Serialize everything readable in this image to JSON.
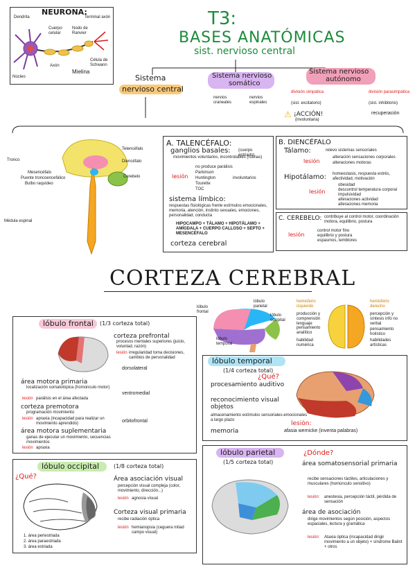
{
  "neurona": {
    "title": "NEURONA:",
    "labels": [
      "Dendrita",
      "Terminal axón",
      "Cuerpo celular",
      "Nodo de Ranvier",
      "Axón",
      "Mielina",
      "Célula de Schwann",
      "Núcleo"
    ]
  },
  "header": {
    "t3": "T3:",
    "title": "BASES ANATÓMICAS",
    "subtitle": "sist. nervioso central"
  },
  "systems": {
    "central": {
      "label_1": "Sistema",
      "label_2": "nervioso central"
    },
    "somatic": {
      "label_1": "Sistema nervioso",
      "label_2": "somático",
      "items": [
        "nervios craneales",
        "nervios espinales"
      ]
    },
    "autonomic": {
      "label_1": "Sistema nervioso",
      "label_2": "autónomo",
      "sympathetic": "división simpática",
      "sympathetic_note": "(sist. excitatorio)",
      "parasympathetic": "división parasimpática",
      "parasympathetic_note": "(sist. inhibitorio)",
      "accion": "¡ACCIÓN!",
      "accion_note": "(involuntaria)",
      "recuperacion": "recuperación"
    }
  },
  "telencefalo": {
    "title": "A. TALENCÉFALO:",
    "ganglios": "ganglios basales:",
    "ganglios_note": "(cuerpo estriado)",
    "ganglios_desc": "movimientos voluntarios, incontrolables (rutinas)",
    "lesion": "lesión",
    "lesion_items": [
      "no produce parálisis",
      "Parkinson",
      "Huntington",
      "Tourette",
      "TOC"
    ],
    "lesion_note": "involuntarios",
    "limbico": "sistema límbico:",
    "limbico_desc": "respuestas fisiológicas frente estímulos emocionales, memoria, atención, instinto sexuales, emociones, personalidad, conducta",
    "components": "HIPOCAMPO + TÁLAMO + HIPOTÁLAMO + AMÍGDALA + CUERPO CALLOSO + SEPTO + MESENCÉFALO",
    "corteza": "corteza cerebral"
  },
  "diencefalo": {
    "title": "B. DIENCÉFALO",
    "talamo": "Tálamo:",
    "talamo_desc": "relevo sistemas sensoriales",
    "talamo_lesion": [
      "alteración sensaciones corporales",
      "alteraciones motoras"
    ],
    "hipotalamo": "Hipotálamo:",
    "hipotalamo_desc": "homeostasis, respuesta estrés, afectividad, motivación",
    "hipotalamo_lesion": [
      "obesidad",
      "descontrol temperatura corporal",
      "impulsividad",
      "alteraciones actividad",
      "alteraciones memoria"
    ],
    "lesion": "lesión"
  },
  "cerebelo": {
    "title": "C. CEREBELO:",
    "desc": "contribuye al control motor, coordinación motora, equilibrio, postura",
    "lesion": "lesión",
    "lesion_items": [
      "control motor fino",
      "equilibrio y postura",
      "espasmos, temblores"
    ]
  },
  "brain_labels": [
    "Telencéfalo",
    "Diencéfalo",
    "Cerebelo",
    "Tronco",
    "Mesencéfalo",
    "Puente troncoencefálico",
    "Bulbo raquídeo",
    "Médula espinal"
  ],
  "corteza_title": "CORTEZA CEREBRAL",
  "hemisferios": {
    "izquierdo": "hemisferio izquierdo",
    "izquierdo_items": [
      "producción y comprensión lenguaje",
      "pensamiento analítico",
      "habilidad numérica"
    ],
    "derecho": "hemisferio derecho",
    "derecho_items": [
      "percepción y síntesis info no verbal",
      "pensamiento holístico",
      "habilidades artísticas"
    ],
    "lobes": [
      "lóbulo frontal",
      "lóbulo parietal",
      "lóbulo occipital",
      "lóbulo temporal"
    ]
  },
  "frontal": {
    "title": "lóbulo frontal",
    "note": "(1/3 corteza total)",
    "prefrontal": "corteza prefrontal",
    "prefrontal_desc": "procesos mentales superiores (juicio, voluntad, razón)",
    "prefrontal_lesion": "irregularidad toma decisiones, cambios de personalidad",
    "sub": [
      "dorsolateral",
      "ventromedial",
      "orbitofrontal"
    ],
    "motora": "área motora primaria",
    "motora_desc": "localización somatotópica (homúnculo motor)",
    "motora_lesion": "parálisis en el área afectada",
    "premotora": "corteza premotora",
    "premotora_desc": "programación movimiento",
    "premotora_lesion": "apraxia (incapacidad para realizar un movimiento aprendido)",
    "suplementaria": "área motora suplementaria",
    "suplementaria_desc": "ganas de ejecutar un movimiento, secuencias movimientos",
    "suplementaria_lesion": "apraxia",
    "lesion": "lesión"
  },
  "temporal": {
    "title": "lóbulo temporal",
    "note": "(1/4 corteza total)",
    "question": "¿Qué?",
    "items": [
      "procesamiento auditivo",
      "reconocimiento visual objetos",
      "almacenamiento estímulos sensoriales-emocionales a largo plazo",
      "memoria"
    ],
    "lesion": "lesión:",
    "lesion_desc": "afasia wernicke (inventa palabras)"
  },
  "occipital": {
    "title": "lóbulo occipital",
    "note": "(1/8 corteza total)",
    "question": "¿Qué?",
    "area": "Área asociación visual",
    "area_desc": "percepción visual compleja (color, movimiento, dirección...)",
    "area_lesion": "agnosia visual",
    "corteza": "Corteza visual primaria",
    "corteza_desc": "recibe radiación óptica",
    "corteza_lesion": "hemianopsia (ceguera mitad campo visual)",
    "lesion": "lesión",
    "legend": [
      "1. área periestriada",
      "2. área paraestriada",
      "3. área estriada"
    ]
  },
  "parietal": {
    "title": "lóbulo parietal",
    "note": "(1/5 corteza total)",
    "question": "¿Dónde?",
    "somato": "área somatosensorial primaria",
    "somato_desc": "recibe sensaciones táctiles, articulaciones y musculares (homúnculo sensitivo)",
    "somato_lesion": "anestesia, percepción táctil, pérdida de sensación",
    "asociacion": "área de asociación",
    "asociacion_desc": "dirige movimientos según posición, aspectos espaciales, lectura y gramática",
    "asociacion_lesion": "Ataxia óptica (incapacidad dirigir movimiento a un objeto) + síndrome Balint + otros",
    "lesion": "lesión:"
  }
}
